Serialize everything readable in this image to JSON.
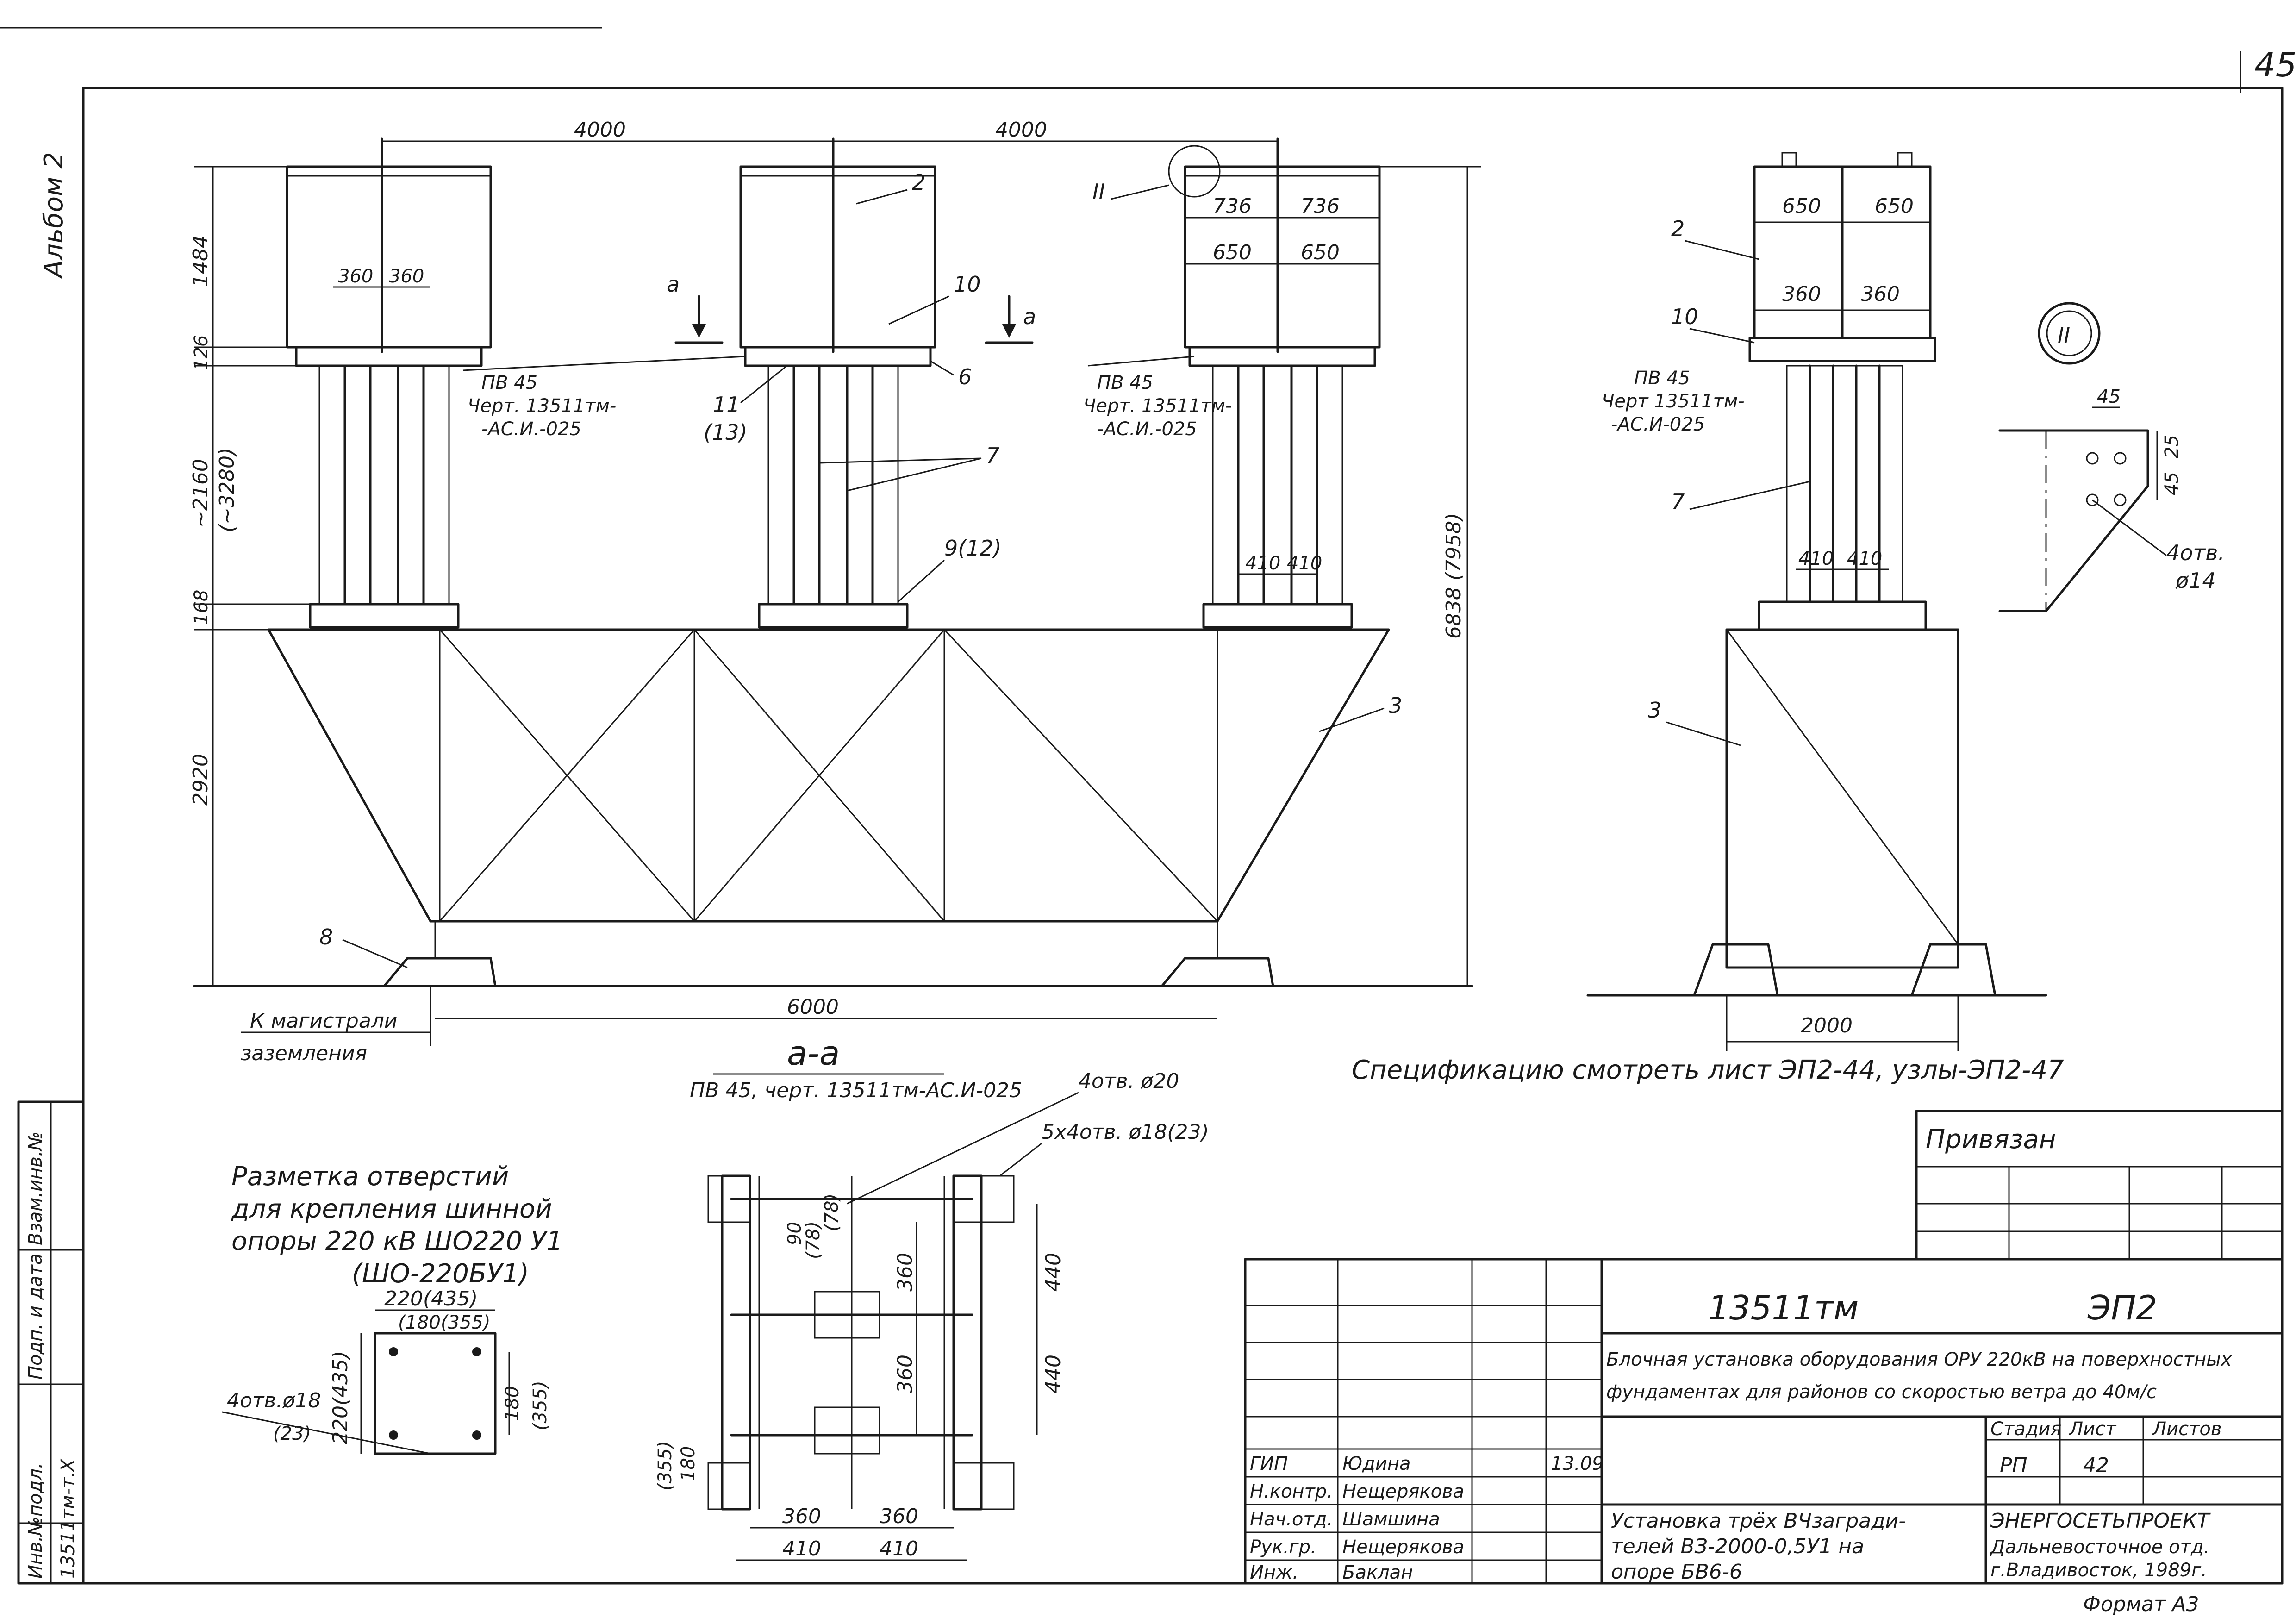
{
  "sheet": {
    "corner_number": "45",
    "album": "Альбом 2",
    "side_stamp": {
      "inv_label": "Инв.№подл.",
      "inv_value": "13511тм-т.Х",
      "sign_label": "Подп. и дата",
      "replace_label": "Взам.инв.№"
    }
  },
  "front_view": {
    "dims": {
      "span1": "4000",
      "span2": "4000",
      "base": "6000",
      "h_top": "1484",
      "h_126": "126",
      "h_col": "~2160",
      "h_col_alt": "(~3280)",
      "h_168": "168",
      "h_2920": "2920",
      "h_total": "6838 (7958)",
      "d736a": "736",
      "d736b": "736",
      "d650a": "650",
      "d650b": "650",
      "d360a": "360",
      "d360b": "360",
      "d410a": "410",
      "d410b": "410"
    },
    "labels": {
      "n2": "2",
      "n10": "10",
      "n6": "6",
      "n11": "11",
      "n13": "(13)",
      "n7": "7",
      "n912": "9(12)",
      "n3": "3",
      "n8": "8",
      "node_ii": "II",
      "sec_a1": "а",
      "sec_a2": "а",
      "pv_left": [
        "ПВ 45",
        "Черт. 13511тм-",
        "-АС.И.-025"
      ],
      "pv_right": [
        "ПВ 45",
        "Черт. 13511тм-",
        "-АС.И.-025"
      ],
      "ground_1": "К магистрали",
      "ground_2": "заземления"
    }
  },
  "side_view": {
    "dims": {
      "d650a": "650",
      "d650b": "650",
      "d360a": "360",
      "d360b": "360",
      "d410a": "410",
      "d410b": "410",
      "base": "2000"
    },
    "labels": {
      "n2": "2",
      "n10": "10",
      "n7": "7",
      "n3": "3",
      "pv": [
        "ПВ 45",
        "Черт 13511тм-",
        "-АС.И-025"
      ]
    }
  },
  "detail_ii": {
    "title": "II",
    "d45a": "45",
    "d25": "25",
    "d45b": "45",
    "holes_1": "4отв.",
    "holes_2": "ø14"
  },
  "spec_note": "Спецификацию смотреть лист ЭП2-44, узлы-ЭП2-47",
  "section_aa": {
    "title": "а-а",
    "subtitle": "ПВ 45, черт. 13511тм-АС.И-025",
    "holes_a": "4отв. ø20",
    "holes_b": "5х4отв. ø18(23)",
    "d440a": "440",
    "d440b": "440",
    "d360v1": "360",
    "d360v2": "360",
    "d360h1": "360",
    "d360h2": "360",
    "d410h1": "410",
    "d410h2": "410",
    "d180": "180",
    "d355": "(355)",
    "d90": "90",
    "d78a": "(78)",
    "d78b": "(78)"
  },
  "marking": {
    "title": [
      "Разметка отверстий",
      "для крепления шинной",
      "опоры 220 кВ ШО220 У1",
      "(ШО-220БУ1)"
    ],
    "d220": "220(435)",
    "d180": "(180(355)",
    "d220v": "220(435)",
    "d180v": "180",
    "d355v": "(355)",
    "holes": "4отв.ø18",
    "holes_alt": "(23)"
  },
  "title_block": {
    "privyazan": "Привязан",
    "doc_code": "13511тм",
    "sheet_code": "ЭП2",
    "desc_1": "Блочная установка оборудования ОРУ 220кВ на поверхностных",
    "desc_2": "фундаментах для районов со скоростью ветра до 40м/с",
    "stage_label": "Стадия",
    "sheet_label": "Лист",
    "sheets_label": "Листов",
    "stage": "РП",
    "sheet": "42",
    "roles": [
      {
        "role": "ГИП",
        "name": "Юдина",
        "date": "13.09"
      },
      {
        "role": "Н.контр.",
        "name": "Нещерякова",
        "date": ""
      },
      {
        "role": "Нач.отд.",
        "name": "Шамшина",
        "date": ""
      },
      {
        "role": "Рук.гр.",
        "name": "Нещерякова",
        "date": ""
      },
      {
        "role": "Инж.",
        "name": "Баклан",
        "date": ""
      }
    ],
    "item_1": "Установка трёх ВЧзагради-",
    "item_2": "телей ВЗ-2000-0,5У1 на",
    "item_3": "опоре БВ6-6",
    "org_1": "ЭНЕРГОСЕТЬПРОЕКТ",
    "org_2": "Дальневосточное отд.",
    "org_3": "г.Владивосток, 1989г.",
    "format": "Формат А3"
  }
}
